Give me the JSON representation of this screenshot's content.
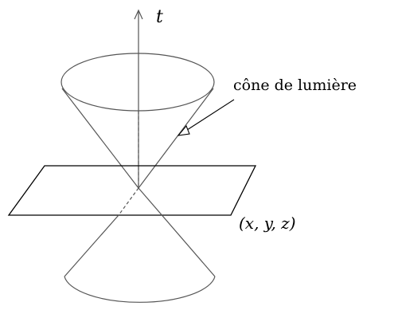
{
  "diagram": {
    "axis_label": "t",
    "cone_label": "cône de lumière",
    "plane_label": "(x, y, z)",
    "colors": {
      "cone_stroke": "#555555",
      "plane_stroke": "#000000",
      "axis_stroke": "#555555",
      "text": "#000000"
    }
  }
}
